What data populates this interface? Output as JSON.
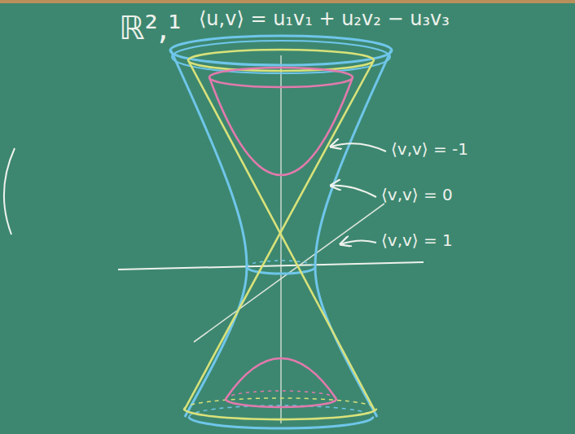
{
  "diagram": {
    "labels": [
      "ℝ²,¹",
      "⟨u,v⟩ = u₁v₁ + u₂v₂ − u₃v₃",
      "⟨v,v⟩ = -1",
      "⟨v,v⟩ = 0",
      "⟨v,v⟩ = 1"
    ]
  }
}
